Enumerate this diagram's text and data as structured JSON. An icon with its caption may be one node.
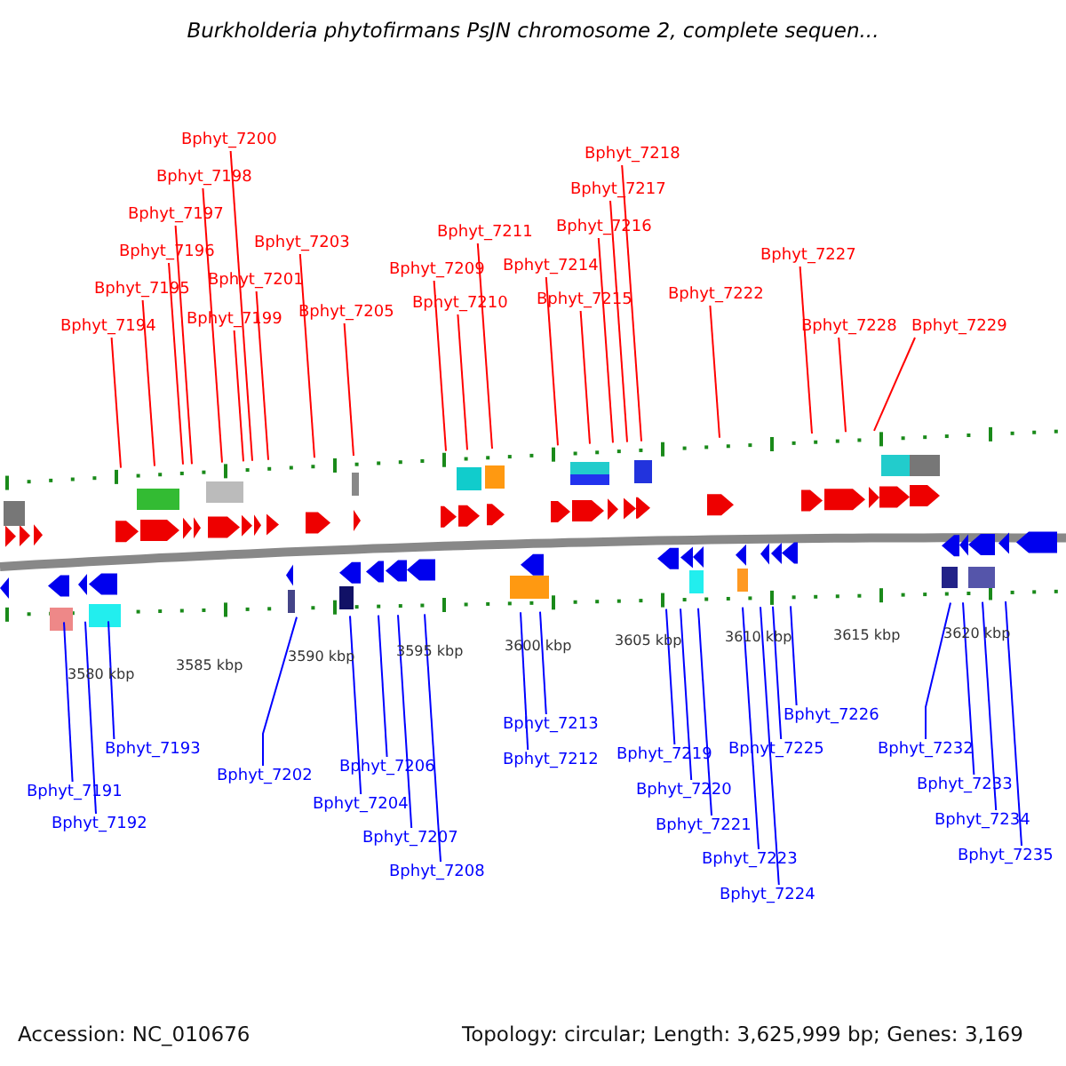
{
  "diagram": {
    "title": "Burkholderia phytofirmans PsJN chromosome 2, complete sequen...",
    "nodes": [
      {
        "text": [
          "Bphyt_7194"
        ]
      },
      {
        "text": [
          "Bphyt_7195"
        ]
      },
      {
        "text": [
          "Bphyt_7196"
        ]
      },
      {
        "text": [
          "Bphyt_7197"
        ]
      },
      {
        "text": [
          "Bphyt_7198"
        ]
      },
      {
        "text": [
          "Bphyt_7199"
        ]
      },
      {
        "text": [
          "Bphyt_7200"
        ]
      },
      {
        "text": [
          "Bphyt_7201"
        ]
      },
      {
        "text": [
          "Bphyt_7203"
        ]
      },
      {
        "text": [
          "Bphyt_7205"
        ]
      },
      {
        "text": [
          "Bphyt_7209"
        ]
      },
      {
        "text": [
          "Bphyt_7210"
        ]
      },
      {
        "text": [
          "Bphyt_7211"
        ]
      },
      {
        "text": [
          "Bphyt_7214"
        ]
      },
      {
        "text": [
          "Bphyt_7215"
        ]
      },
      {
        "text": [
          "Bphyt_7216"
        ]
      },
      {
        "text": [
          "Bphyt_7217"
        ]
      },
      {
        "text": [
          "Bphyt_7218"
        ]
      },
      {
        "text": [
          "Bphyt_7222"
        ]
      },
      {
        "text": [
          "Bphyt_7227"
        ]
      },
      {
        "text": [
          "Bphyt_7228"
        ]
      },
      {
        "text": [
          "Bphyt_7229"
        ]
      },
      {
        "text": [
          "Bphyt_7191"
        ]
      },
      {
        "text": [
          "Bphyt_7192"
        ]
      },
      {
        "text": [
          "Bphyt_7193"
        ]
      },
      {
        "text": [
          "Bphyt_7202"
        ]
      },
      {
        "text": [
          "Bphyt_7204"
        ]
      },
      {
        "text": [
          "Bphyt_7206"
        ]
      },
      {
        "text": [
          "Bphyt_7207"
        ]
      },
      {
        "text": [
          "Bphyt_7208"
        ]
      },
      {
        "text": [
          "Bphyt_7212"
        ]
      },
      {
        "text": [
          "Bphyt_7213"
        ]
      },
      {
        "text": [
          "Bphyt_7219"
        ]
      },
      {
        "text": [
          "Bphyt_7220"
        ]
      },
      {
        "text": [
          "Bphyt_7221"
        ]
      },
      {
        "text": [
          "Bphyt_7223"
        ]
      },
      {
        "text": [
          "Bphyt_7224"
        ]
      },
      {
        "text": [
          "Bphyt_7225"
        ]
      },
      {
        "text": [
          "Bphyt_7226"
        ]
      },
      {
        "text": [
          "Bphyt_7232"
        ]
      },
      {
        "text": [
          "Bphyt_7233"
        ]
      },
      {
        "text": [
          "Bphyt_7234"
        ]
      },
      {
        "text": [
          "Bphyt_7235"
        ]
      }
    ],
    "edges": [
      {
        "from": 0,
        "to": null,
        "arrow": "none"
      },
      {
        "from": 1,
        "to": null,
        "arrow": "none"
      },
      {
        "from": 2,
        "to": null,
        "arrow": "none"
      },
      {
        "from": 3,
        "to": null,
        "arrow": "none"
      },
      {
        "from": 4,
        "to": null,
        "arrow": "none"
      },
      {
        "from": 5,
        "to": null,
        "arrow": "none"
      },
      {
        "from": 6,
        "to": null,
        "arrow": "none"
      },
      {
        "from": 7,
        "to": null,
        "arrow": "none"
      },
      {
        "from": 8,
        "to": null,
        "arrow": "none"
      },
      {
        "from": 9,
        "to": null,
        "arrow": "none"
      },
      {
        "from": 10,
        "to": null,
        "arrow": "none"
      },
      {
        "from": 11,
        "to": null,
        "arrow": "none"
      },
      {
        "from": 12,
        "to": null,
        "arrow": "none"
      },
      {
        "from": 13,
        "to": null,
        "arrow": "none"
      },
      {
        "from": 14,
        "to": null,
        "arrow": "none"
      },
      {
        "from": 15,
        "to": null,
        "arrow": "none"
      },
      {
        "from": 16,
        "to": null,
        "arrow": "none"
      },
      {
        "from": 17,
        "to": null,
        "arrow": "none"
      },
      {
        "from": 18,
        "to": null,
        "arrow": "none"
      },
      {
        "from": 19,
        "to": null,
        "arrow": "none"
      },
      {
        "from": 20,
        "to": null,
        "arrow": "none"
      },
      {
        "from": 21,
        "to": null,
        "arrow": "none"
      },
      {
        "from": 22,
        "to": null,
        "arrow": "none",
        "color": "#0000ff"
      },
      {
        "from": 23,
        "to": null,
        "arrow": "none",
        "color": "#0000ff"
      },
      {
        "from": 24,
        "to": null,
        "arrow": "none",
        "color": "#0000ff"
      },
      {
        "from": 25,
        "to": null,
        "arrow": "none",
        "color": "#0000ff"
      },
      {
        "from": 26,
        "to": null,
        "arrow": "none",
        "color": "#0000ff"
      },
      {
        "from": 27,
        "to": null,
        "arrow": "none",
        "color": "#0000ff"
      },
      {
        "from": 28,
        "to": null,
        "arrow": "none",
        "color": "#0000ff"
      },
      {
        "from": 29,
        "to": null,
        "arrow": "none",
        "color": "#0000ff"
      },
      {
        "from": 30,
        "to": null,
        "arrow": "none",
        "color": "#0000ff"
      },
      {
        "from": 31,
        "to": null,
        "arrow": "none",
        "color": "#0000ff"
      },
      {
        "from": 32,
        "to": null,
        "arrow": "none",
        "color": "#0000ff"
      },
      {
        "from": 33,
        "to": null,
        "arrow": "none",
        "color": "#0000ff"
      },
      {
        "from": 34,
        "to": null,
        "arrow": "none",
        "color": "#0000ff"
      },
      {
        "from": 35,
        "to": null,
        "arrow": "none",
        "color": "#0000ff"
      },
      {
        "from": 36,
        "to": null,
        "arrow": "none",
        "color": "#0000ff"
      },
      {
        "from": 37,
        "to": null,
        "arrow": "none",
        "color": "#0000ff"
      },
      {
        "from": 38,
        "to": null,
        "arrow": "none",
        "color": "#0000ff"
      },
      {
        "from": 39,
        "to": null,
        "arrow": "none",
        "color": "#0000ff"
      },
      {
        "from": 40,
        "to": null,
        "arrow": "none",
        "color": "#0000ff"
      },
      {
        "from": 41,
        "to": null,
        "arrow": "none",
        "color": "#0000ff"
      },
      {
        "from": 42,
        "to": null,
        "arrow": "none",
        "color": "#0000ff"
      }
    ],
    "labels": [
      "3580 kbp",
      "3585 kbp",
      "3590 kbp",
      "3595 kbp",
      "3600 kbp",
      "3605 kbp",
      "3610 kbp",
      "3615 kbp",
      "3620 kbp",
      "Accession: NC_010676",
      "Topology: circular; Length: 3,625,999 bp; Genes: 3,169"
    ]
  }
}
